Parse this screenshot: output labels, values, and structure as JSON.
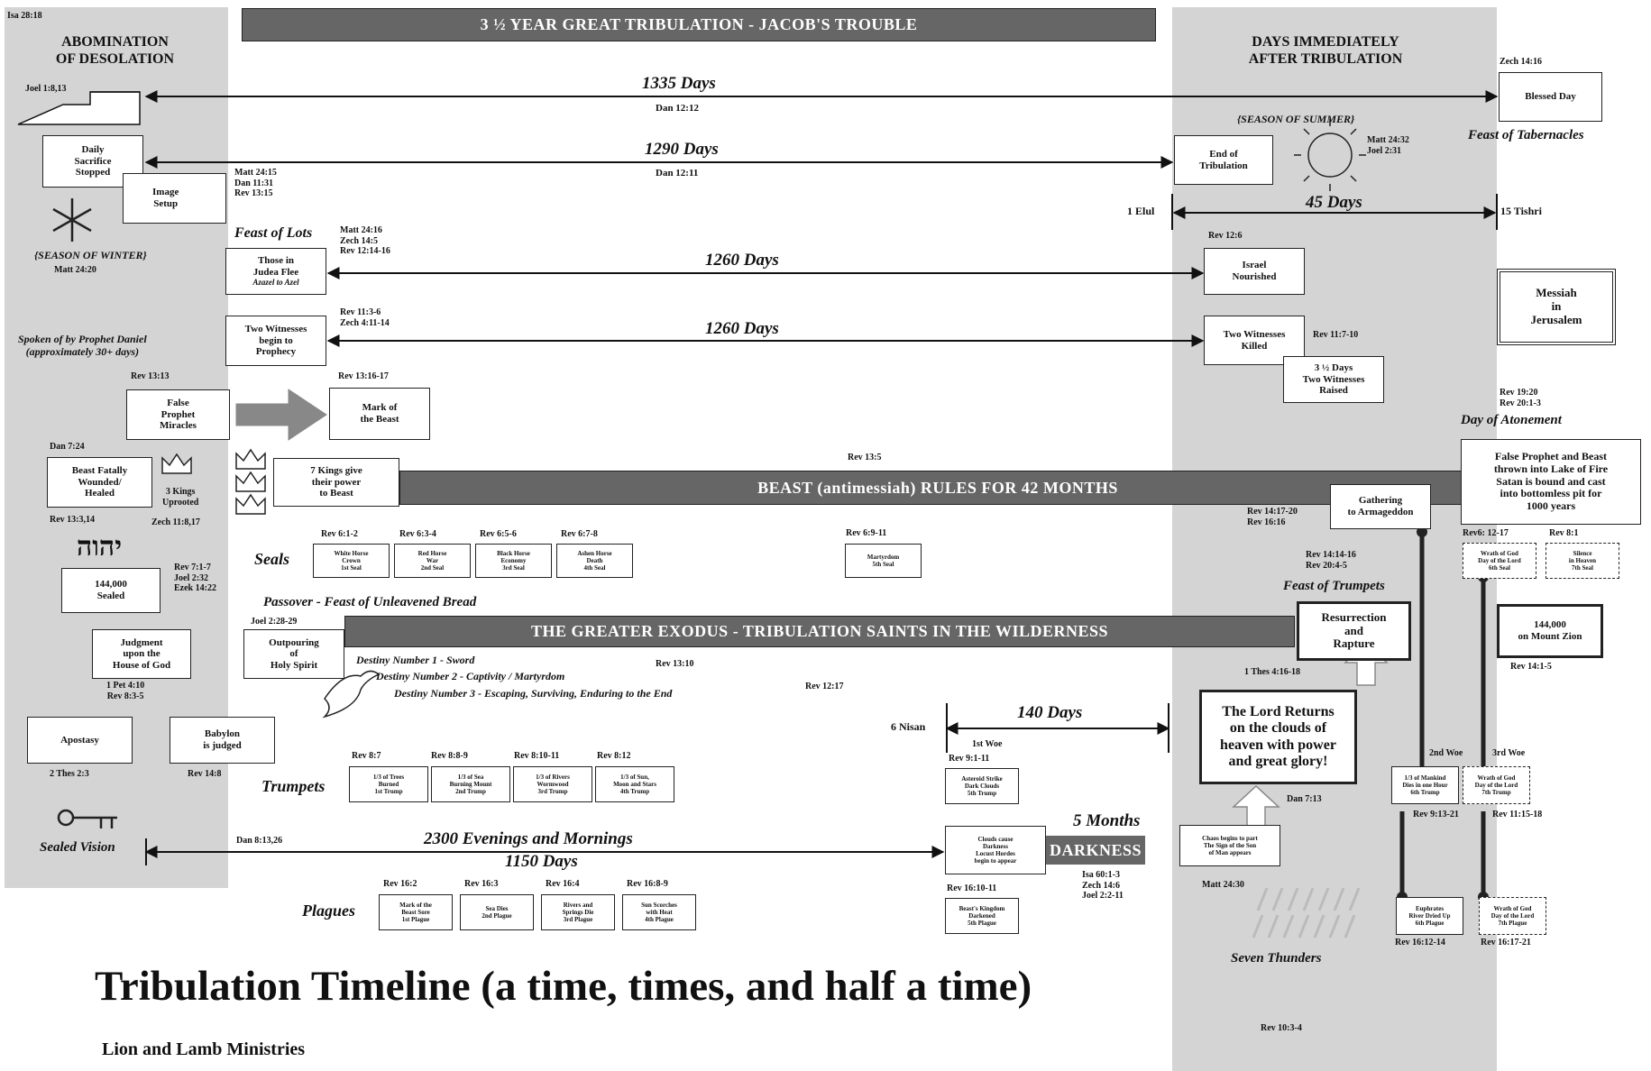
{
  "title": "Tribulation Timeline (a time, times, and half a time)",
  "subtitle": "Lion and Lamb Ministries",
  "top_ref": "Isa 28:18",
  "left_header": "ABOMINATION\nOF DESOLATION",
  "right_header": "DAYS IMMEDIATELY\nAFTER TRIBULATION",
  "top_banner": "3 ½ YEAR GREAT TRIBULATION - JACOB'S TROUBLE",
  "beast_banner": "BEAST (antimessiah) RULES FOR 42 MONTHS",
  "exodus_banner": "THE GREATER EXODUS - TRIBULATION SAINTS IN THE WILDERNESS",
  "darkness_label": "DARKNESS",
  "spans": {
    "d1335": "1335 Days",
    "d1335_ref": "Dan 12:12",
    "d1290": "1290 Days",
    "d1290_ref": "Dan 12:11",
    "d45": "45 Days",
    "d1260a": "1260 Days",
    "d1260b": "1260 Days",
    "d140": "140 Days",
    "d2300": "2300 Evenings and Mornings",
    "d1150": "1150 Days",
    "five_months": "5 Months"
  },
  "left": {
    "joel": "Joel 1:8,13",
    "daily": "Daily\nSacrifice\nStopped",
    "image": "Image\nSetup",
    "image_refs": "Matt 24:15\nDan 11:31\nRev 13:15",
    "winter": "{SEASON OF WINTER}",
    "winter_ref": "Matt 24:20",
    "daniel": "Spoken of by Prophet Daniel\n(approximately 30+ days)",
    "rev1313": "Rev 13:13",
    "false_prophet": "False\nProphet\nMiracles",
    "dan724": "Dan 7:24",
    "beast_wounded": "Beast Fatally\nWounded/\nHealed",
    "rev1334": "Rev 13:3,14",
    "kings_uprooted": "3 Kings\nUprooted",
    "zech": "Zech 11:8,17",
    "yhwh": "יהוה",
    "sealed144": "144,000\nSealed",
    "sealed_refs": "Rev 7:1-7\nJoel 2:32\nEzek 14:22",
    "judgment": "Judgment\nupon the\nHouse of God",
    "judgment_refs": "1 Pet 4:10\nRev 8:3-5",
    "apostasy": "Apostasy",
    "thes": "2 Thes 2:3",
    "babylon": "Babylon\nis judged",
    "rev148": "Rev 14:8",
    "sealed_vision": "Sealed Vision",
    "dan81326": "Dan 8:13,26"
  },
  "mid": {
    "feast_lots": "Feast of Lots",
    "lots_refs": "Matt 24:16\nZech 14:5\nRev 12:14-16",
    "judea": "Those in\nJudea Flee",
    "judea_sub": "Azazel to Azel",
    "witness_refs": "Rev 11:3-6\nZech 4:11-14",
    "witnesses": "Two Witnesses\nbegin to\nProphecy",
    "rev131617": "Rev 13:16-17",
    "mark": "Mark of\nthe Beast",
    "rev135": "Rev 13:5",
    "seven_kings": "7 Kings give\ntheir power\nto Beast",
    "seals_label": "Seals",
    "passover": "Passover - Feast of Unleavened Bread",
    "joel228": "Joel 2:28-29",
    "outpouring": "Outpouring\nof\nHoly Spirit",
    "destiny1": "Destiny Number 1 - Sword",
    "destiny2": "Destiny Number 2 - Captivity / Martyrdom",
    "destiny3": "Destiny Number 3 - Escaping, Surviving, Enduring to the End",
    "rev1310": "Rev 13:10",
    "rev1217": "Rev 12:17",
    "trumpets_label": "Trumpets",
    "plagues_label": "Plagues",
    "nisan": "6 Nisan",
    "woe1": "1st Woe",
    "rev911": "Rev 9:1-11",
    "rev691": "Rev 6:9-11"
  },
  "seals": [
    {
      "ref": "Rev 6:1-2",
      "text": "White Horse\nCrown\n1st Seal"
    },
    {
      "ref": "Rev 6:3-4",
      "text": "Red Horse\nWar\n2nd Seal"
    },
    {
      "ref": "Rev 6:5-6",
      "text": "Black Horse\nEconomy\n3rd Seal"
    },
    {
      "ref": "Rev 6:7-8",
      "text": "Ashen Horse\nDeath\n4th Seal"
    }
  ],
  "seal5": "Martyrdom\n5th Seal",
  "trumpets": [
    {
      "ref": "Rev 8:7",
      "text": "1/3 of Trees\nBurned\n1st Trump"
    },
    {
      "ref": "Rev 8:8-9",
      "text": "1/3 of Sea\nBurning Mount\n2nd Trump"
    },
    {
      "ref": "Rev 8:10-11",
      "text": "1/3 of Rivers\nWormwood\n3rd Trump"
    },
    {
      "ref": "Rev 8:12",
      "text": "1/3 of Sun,\nMoon and Stars\n4th Trump"
    }
  ],
  "trump5": "Asteroid Strike\nDark Clouds\n5th Trump",
  "plagues": [
    {
      "ref": "Rev 16:2",
      "text": "Mark of the\nBeast Sore\n1st Plague"
    },
    {
      "ref": "Rev 16:3",
      "text": "Sea Dies\n2nd Plague"
    },
    {
      "ref": "Rev 16:4",
      "text": "Rivers and\nSprings Die\n3rd Plague"
    },
    {
      "ref": "Rev 16:8-9",
      "text": "Sun Scorches\nwith Heat\n4th Plague"
    }
  ],
  "plague5": "Beast's Kingdom\nDarkened\n5th Plague",
  "plague5_ref": "Rev 16:10-11",
  "chaos": "Chaos begins to part\nThe Sign of the Son\nof Man appears",
  "chaos_dark": "Clouds cause\nDarkness\nLocust Hordes\nbegin to appear",
  "darkness_refs": "Isa 60:1-3\nZech 14:6\nJoel 2:2-11",
  "right": {
    "summer": "{SEASON OF SUMMER}",
    "summer_refs": "Matt 24:32\nJoel 2:31",
    "end_trib": "End of\nTribulation",
    "elul": "1 Elul",
    "tishri": "15 Tishri",
    "rev126": "Rev 12:6",
    "israel": "Israel\nNourished",
    "killed": "Two Witnesses\nKilled",
    "rev117": "Rev 11:7-10",
    "raised": "3 ½ Days\nTwo Witnesses\nRaised",
    "gathering": "Gathering\nto Armageddon",
    "gathering_refs": "Rev 14:17-20\nRev 16:16",
    "res_refs": "Rev 14:14-16\nRev 20:4-5",
    "feast_trumpets": "Feast of Trumpets",
    "resurrection": "Resurrection\nand\nRapture",
    "thes416": "1 Thes 4:16-18",
    "lord_returns": "The Lord Returns\non the clouds of\nheaven with power\nand great glory!",
    "dan713": "Dan 7:13",
    "matt2430": "Matt 24:30",
    "thunders": "Seven Thunders",
    "rev103": "Rev 10:3-4",
    "woe2": "2nd Woe",
    "woe3": "3rd Woe",
    "trump6": "1/3 of Mankind\nDies in one Hour\n6th Trump",
    "trump7": "Wrath of God\nDay of the Lord\n7th Trump",
    "rev91321": "Rev 9:13-21",
    "rev1115": "Rev 11:15-18",
    "plague6": "Euphrates\nRiver Dried Up\n6th Plague",
    "plague7": "Wrath of God\nDay of the Lord\n7th Plague",
    "rev1612": "Rev 16:12-14",
    "rev1617": "Rev 16:17-21"
  },
  "far": {
    "zech1416": "Zech 14:16",
    "blessed": "Blessed Day",
    "tabernacles": "Feast of Tabernacles",
    "messiah": "Messiah\nin\nJerusalem",
    "rev1920": "Rev 19:20\nRev 20:1-3",
    "atonement": "Day of Atonement",
    "lake": "False Prophet and Beast\nthrown into Lake of Fire\nSatan is bound and cast\ninto bottomless pit for\n1000 years",
    "rev61217": "Rev6: 12-17",
    "rev81": "Rev 8:1",
    "seal6": "Wrath of God\nDay of the Lord\n6th Seal",
    "seal7": "Silence\nin Heaven\n7th Seal",
    "mount_zion": "144,000\non Mount Zion",
    "rev141": "Rev 14:1-5"
  }
}
